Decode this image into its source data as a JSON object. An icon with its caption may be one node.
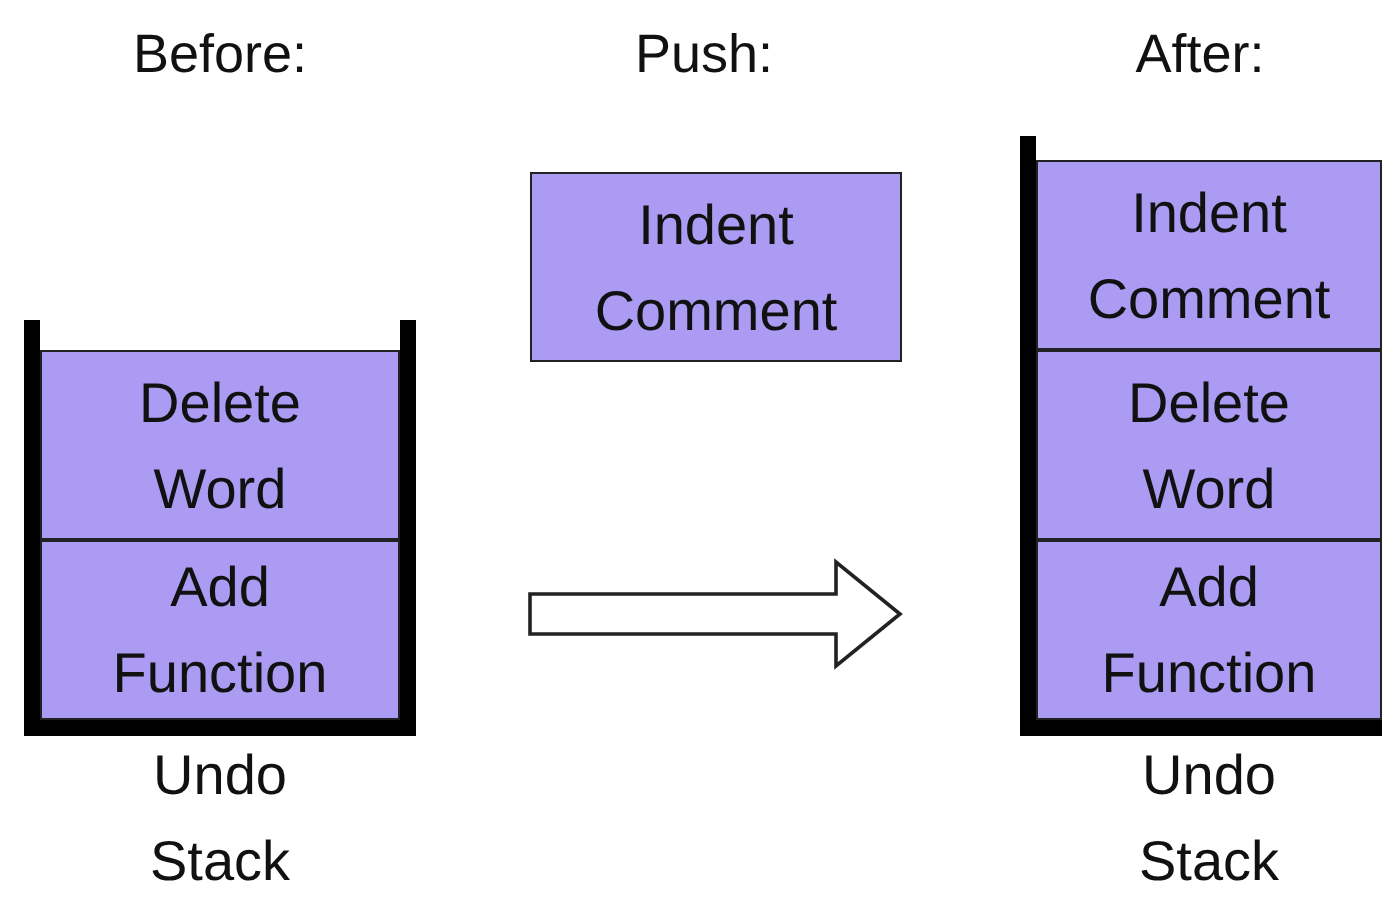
{
  "diagram": {
    "nodes": [
      {
        "text": [
          "Undo Stack"
        ]
      },
      {
        "text": [
          "Delete Word"
        ],
        "in": 0
      },
      {
        "text": [
          "Add Function"
        ],
        "in": 0
      },
      {
        "text": [
          "Indent Comment"
        ]
      },
      {
        "text": [
          "Undo Stack"
        ]
      },
      {
        "text": [
          "Indent Comment"
        ],
        "in": 4
      },
      {
        "text": [
          "Delete Word"
        ],
        "in": 4
      },
      {
        "text": [
          "Add Function"
        ],
        "in": 4
      }
    ],
    "edges": [
      {
        "from": 0,
        "to": 4,
        "arrow": "to"
      }
    ],
    "labels": [
      "Before:",
      "Push:",
      "After:"
    ]
  }
}
